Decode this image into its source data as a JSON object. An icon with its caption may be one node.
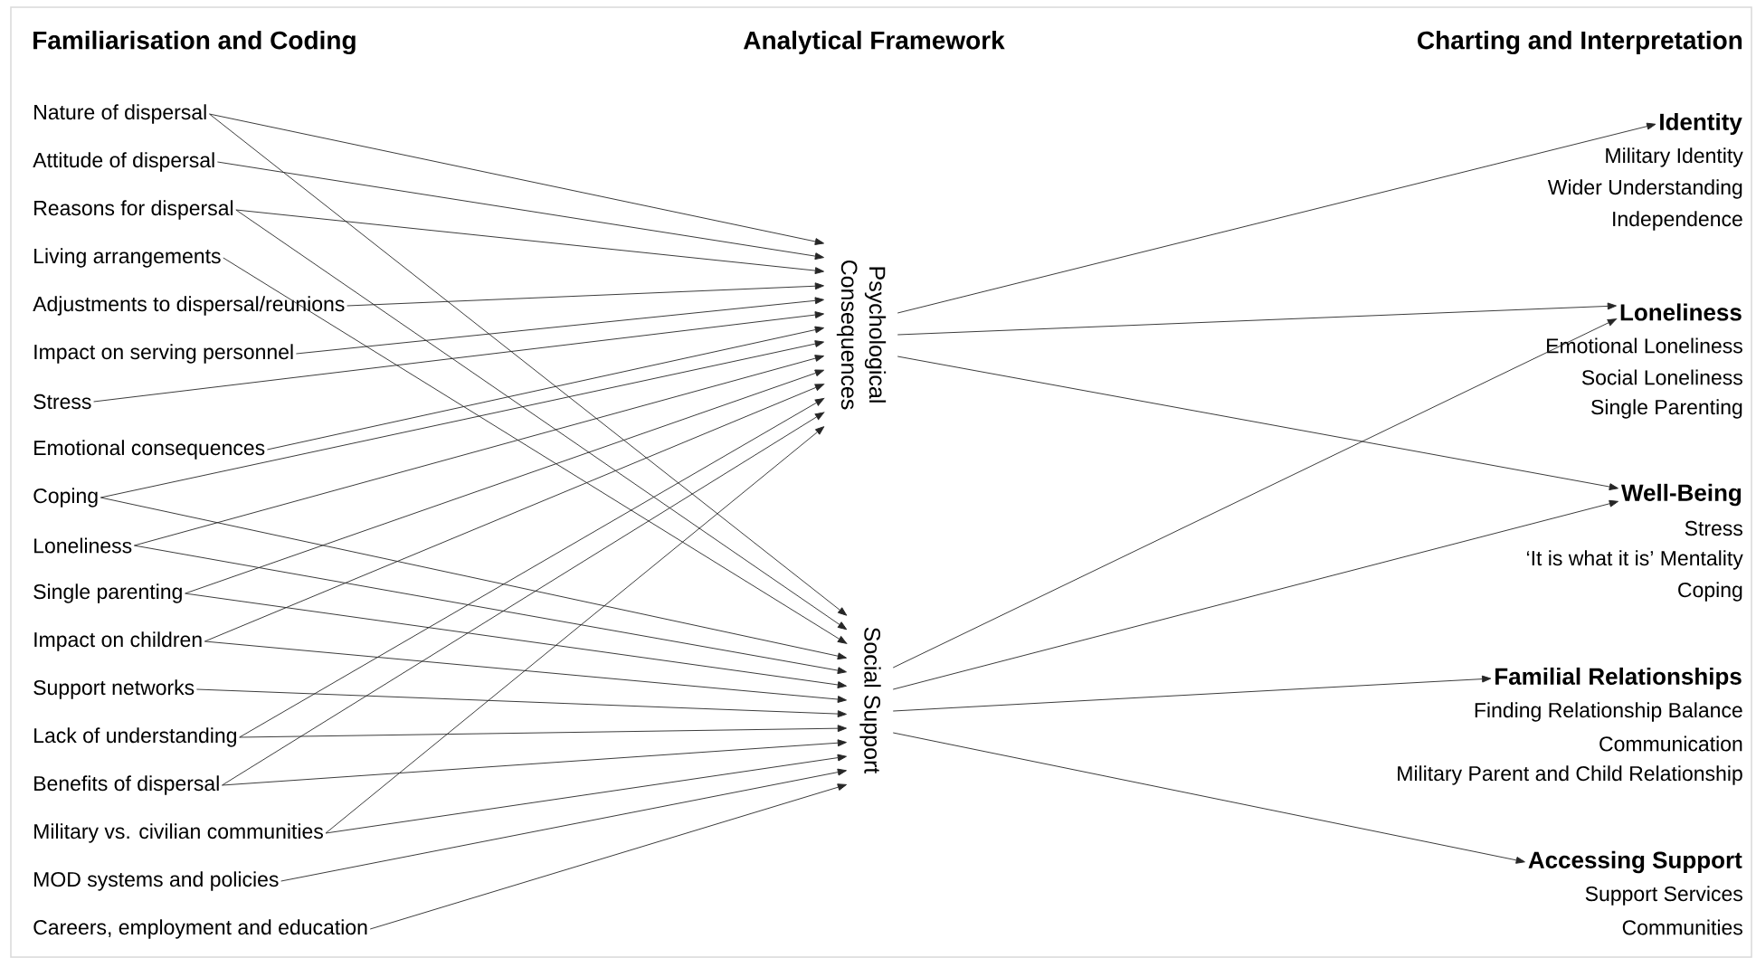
{
  "diagram": {
    "nodes": [
      {
        "text": [
          "Nature of dispersal"
        ]
      },
      {
        "text": [
          "Attitude of dispersal"
        ]
      },
      {
        "text": [
          "Reasons for dispersal"
        ]
      },
      {
        "text": [
          "Living arrangements"
        ]
      },
      {
        "text": [
          "Adjustments to dispersal/reunions"
        ]
      },
      {
        "text": [
          "Impact on serving personnel"
        ]
      },
      {
        "text": [
          "Stress"
        ]
      },
      {
        "text": [
          "Emotional consequences"
        ]
      },
      {
        "text": [
          "Coping"
        ]
      },
      {
        "text": [
          "Loneliness"
        ]
      },
      {
        "text": [
          "Single parenting"
        ]
      },
      {
        "text": [
          "Impact on children"
        ]
      },
      {
        "text": [
          "Support networks"
        ]
      },
      {
        "text": [
          "Lack of understanding"
        ]
      },
      {
        "text": [
          "Benefits of dispersal"
        ]
      },
      {
        "text": [
          "Military vs. civilian communities"
        ]
      },
      {
        "text": [
          "MOD systems and policies"
        ]
      },
      {
        "text": [
          "Careers, employment and education"
        ]
      },
      {
        "text": [
          "Psychological Consequences"
        ]
      },
      {
        "text": [
          "Social Support"
        ]
      },
      {
        "text": [
          "Identity",
          "Military Identity",
          "Wider Understanding",
          "Independence"
        ]
      },
      {
        "text": [
          "Loneliness",
          "Emotional Loneliness",
          "Social Loneliness",
          "Single Parenting"
        ]
      },
      {
        "text": [
          "Well-Being",
          "Stress",
          "‘It is what it is’ Mentality",
          "Coping"
        ]
      },
      {
        "text": [
          "Familial Relationships",
          "Finding Relationship Balance",
          "Communication",
          "Military Parent and Child Relationship"
        ]
      },
      {
        "text": [
          "Accessing Support",
          "Support Services",
          "Communities"
        ]
      }
    ],
    "edges": [
      {
        "from": 0,
        "to": 18,
        "arrow": "to"
      },
      {
        "from": 0,
        "to": 19,
        "arrow": "to"
      },
      {
        "from": 1,
        "to": 18,
        "arrow": "to"
      },
      {
        "from": 2,
        "to": 18,
        "arrow": "to"
      },
      {
        "from": 2,
        "to": 19,
        "arrow": "to"
      },
      {
        "from": 3,
        "to": 19,
        "arrow": "to"
      },
      {
        "from": 4,
        "to": 18,
        "arrow": "to"
      },
      {
        "from": 5,
        "to": 18,
        "arrow": "to"
      },
      {
        "from": 6,
        "to": 18,
        "arrow": "to"
      },
      {
        "from": 7,
        "to": 18,
        "arrow": "to"
      },
      {
        "from": 8,
        "to": 18,
        "arrow": "to"
      },
      {
        "from": 8,
        "to": 19,
        "arrow": "to"
      },
      {
        "from": 9,
        "to": 18,
        "arrow": "to"
      },
      {
        "from": 9,
        "to": 19,
        "arrow": "to"
      },
      {
        "from": 10,
        "to": 18,
        "arrow": "to"
      },
      {
        "from": 10,
        "to": 19,
        "arrow": "to"
      },
      {
        "from": 11,
        "to": 18,
        "arrow": "to"
      },
      {
        "from": 11,
        "to": 19,
        "arrow": "to"
      },
      {
        "from": 12,
        "to": 19,
        "arrow": "to"
      },
      {
        "from": 13,
        "to": 18,
        "arrow": "to"
      },
      {
        "from": 13,
        "to": 19,
        "arrow": "to"
      },
      {
        "from": 14,
        "to": 18,
        "arrow": "to"
      },
      {
        "from": 14,
        "to": 19,
        "arrow": "to"
      },
      {
        "from": 15,
        "to": 18,
        "arrow": "to"
      },
      {
        "from": 15,
        "to": 19,
        "arrow": "to"
      },
      {
        "from": 16,
        "to": 19,
        "arrow": "to"
      },
      {
        "from": 17,
        "to": 19,
        "arrow": "to"
      },
      {
        "from": 18,
        "to": 20,
        "arrow": "to"
      },
      {
        "from": 18,
        "to": 21,
        "arrow": "to"
      },
      {
        "from": 18,
        "to": 22,
        "arrow": "to"
      },
      {
        "from": 19,
        "to": 21,
        "arrow": "to"
      },
      {
        "from": 19,
        "to": 22,
        "arrow": "to"
      },
      {
        "from": 19,
        "to": 23,
        "arrow": "to"
      },
      {
        "from": 19,
        "to": 24,
        "arrow": "to"
      }
    ],
    "labels": [
      "Familiarisation and Coding",
      "Analytical Framework",
      "Charting and Interpretation"
    ]
  }
}
